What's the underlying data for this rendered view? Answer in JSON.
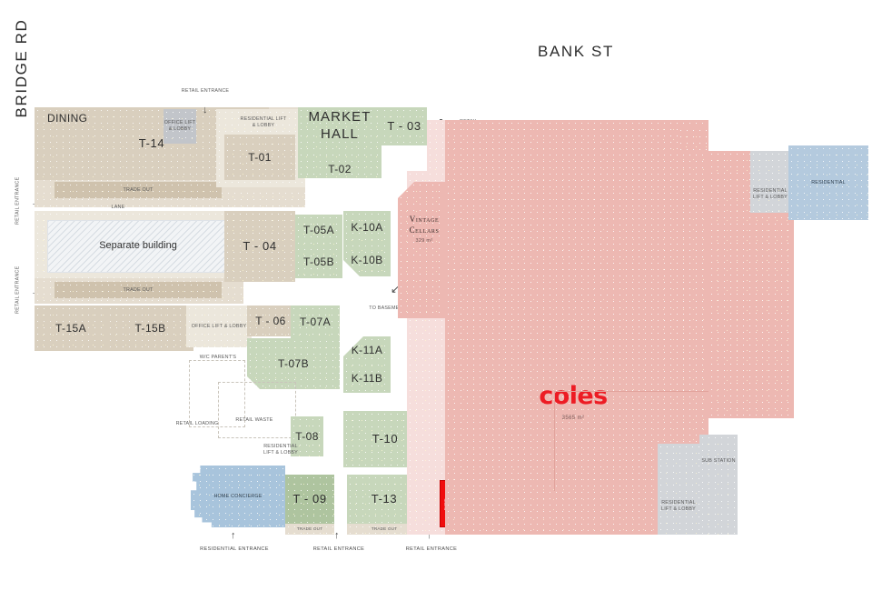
{
  "streets": {
    "top": "BANK ST",
    "left": "BRIDGE RD"
  },
  "annotations": {
    "retail_entrance": "RETAIL ENTRANCE",
    "residential_entrance": "RESIDENTIAL ENTRANCE",
    "trade_out": "TRADE OUT",
    "lane": "LANE",
    "to_basement_carpark": "TO BASEMENT CARPARK",
    "retail_loading": "RETAIL LOADING",
    "retail_waste": "RETAIL WASTE",
    "wc_parents": "W/C PARENT'S",
    "office_lift_lobby": "OFFICE LIFT & LOBBY",
    "residential_lift_lobby": "RESIDENTIAL LIFT & LOBBY",
    "sub_station": "SUB STATION",
    "residential": "RESIDENTIAL",
    "home_concierge": "HOME CONCIERGE",
    "separate_building": "Separate building",
    "arrow_down": "↓",
    "arrow_up": "↑",
    "arrow_right": "→",
    "arrow_diag_ne": "↗",
    "arrow_diag_sw": "↙"
  },
  "tenancies": {
    "dining": "DINING",
    "market_hall": "MARKET HALL",
    "t14": "T-14",
    "t01": "T-01",
    "t02": "T-02",
    "t03": "T - 03",
    "t04": "T - 04",
    "t05a": "T-05A",
    "t05b": "T-05B",
    "t06": "T - 06",
    "t07a": "T-07A",
    "t07b": "T-07B",
    "t08": "T-08",
    "t09": "T - 09",
    "t10": "T-10",
    "t13": "T-13",
    "t15a": "T-15A",
    "t15b": "T-15B",
    "k10a": "K-10A",
    "k10b": "K-10B",
    "k11a": "K-11A",
    "k11b": "K-11B"
  },
  "anchors": {
    "coles": {
      "name": "coles",
      "area": "3565 m²"
    },
    "vintage_cellars": {
      "line1": "Vintage",
      "line2": "Cellars",
      "area": "329 m²"
    }
  },
  "colors": {
    "beige": "#d9cfbe",
    "beige_dark": "#cfc2ad",
    "cream": "#ece7dc",
    "green": "#c7d7bb",
    "green_dark": "#aec49f",
    "pink": "#edb8b2",
    "pink_light": "#f6dedc",
    "grey": "#d2d5d9",
    "blue": "#a8c4dc",
    "red": "#f00d0d",
    "coles_red": "#ed1c24"
  }
}
